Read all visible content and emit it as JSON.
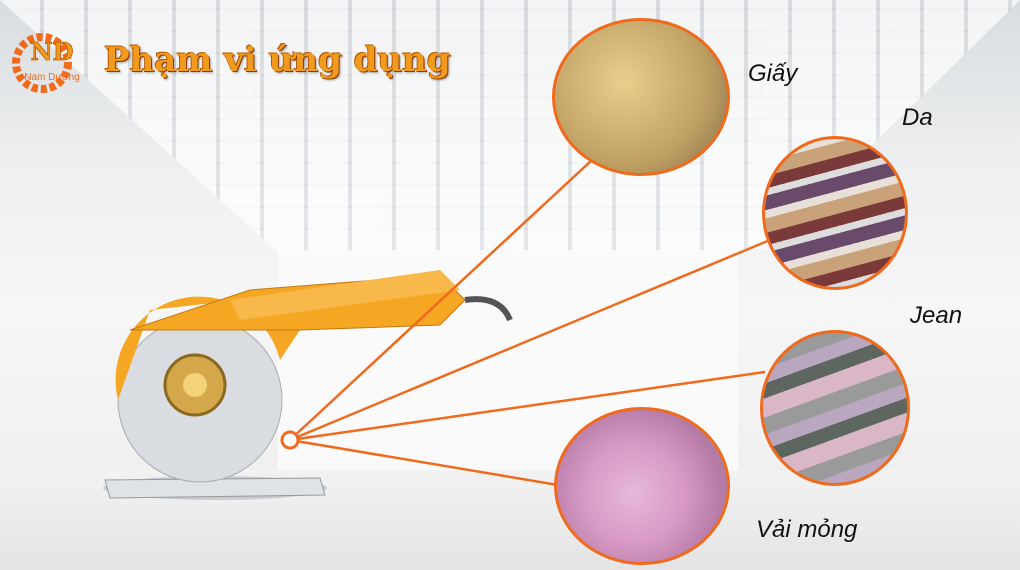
{
  "header": {
    "title": "Phạm vi ứng dụng",
    "logo_text": "Nam Dương",
    "logo_letters": "ND"
  },
  "colors": {
    "accent": "#f06a1d",
    "title": "#f29a1e",
    "machine": "#f5a623"
  },
  "materials": [
    {
      "label": "Giấy",
      "image": "paper-roll"
    },
    {
      "label": "Da",
      "image": "leather-stack"
    },
    {
      "label": "Jean",
      "image": "fabric-stack"
    },
    {
      "label": "Vải mỏng",
      "image": "floral-fabric"
    }
  ]
}
